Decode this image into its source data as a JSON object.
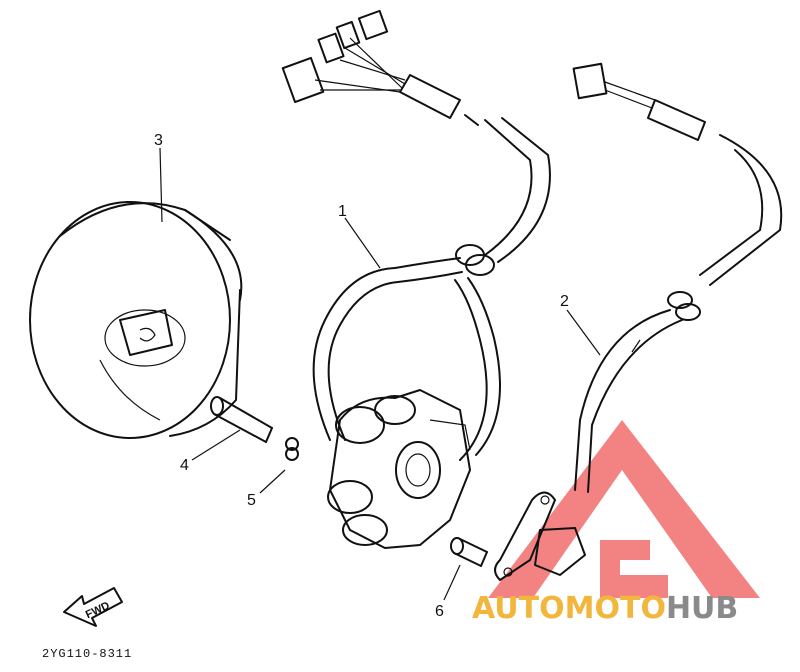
{
  "callouts": [
    {
      "id": "1",
      "text": "1"
    },
    {
      "id": "2",
      "text": "2"
    },
    {
      "id": "3",
      "text": "3"
    },
    {
      "id": "4",
      "text": "4"
    },
    {
      "id": "5",
      "text": "5"
    },
    {
      "id": "6",
      "text": "6"
    }
  ],
  "direction_label": "FWD",
  "drawing_code": "2YG110-8311",
  "watermark": {
    "part1": "AUTOMOTO",
    "part2": "HUB",
    "color_primary": "#f3b63c",
    "color_secondary": "#8a8a8a",
    "color_logo": "#ef5a5a"
  },
  "icons": {
    "flywheel": "flywheel-rotor-icon",
    "stator": "stator-coil-icon",
    "pickup": "pickup-coil-icon",
    "bolt": "bolt-icon",
    "washer": "washer-icon",
    "connector": "connector-icon",
    "arrow": "fwd-arrow-icon",
    "logo": "triangle-logo-icon"
  }
}
